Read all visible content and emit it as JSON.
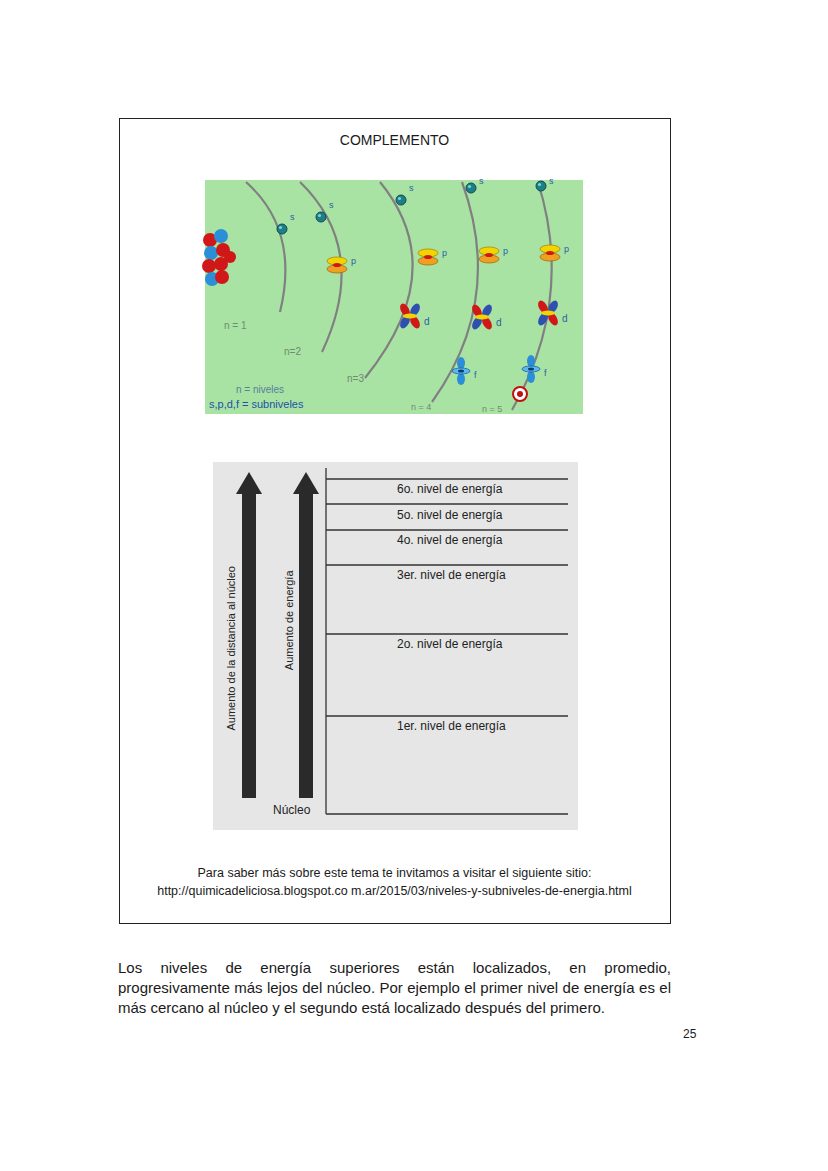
{
  "diagram": {
    "nodes": [
      {
        "text": [
          "COMPLEMENTO",
          "Para saber más sobre este tema te invitamos a visitar el siguiente sitio: http://quimicadeliciosa.blogspot.co m.ar/2015/03/niveles-y-subniveles-de-energia.html"
        ]
      }
    ],
    "labels": [
      "s",
      "s",
      "s",
      "s",
      "s",
      "p",
      "p",
      "p",
      "p",
      "d",
      "d",
      "d",
      "f",
      "f",
      "n = 1",
      "n=2",
      "n=3",
      "n = 4",
      "n = 5",
      "n = niveles",
      "s,p,d,f = subniveles",
      "6o. nivel de energía",
      "5o. nivel de energía",
      "4o. nivel de energía",
      "3er. nivel de energía",
      "2o. nivel de energía",
      "1er. nivel de energía",
      "Núcleo",
      "Aumento de la distancia al núcleo",
      "Aumento de energía",
      "Los niveles de energía superiores están localizados, en promedio, progresivamente más lejos del núcleo. Por ejemplo el primer nivel de energía es el más cercano al núcleo y el segundo está localizado después del primero.",
      "25"
    ]
  }
}
